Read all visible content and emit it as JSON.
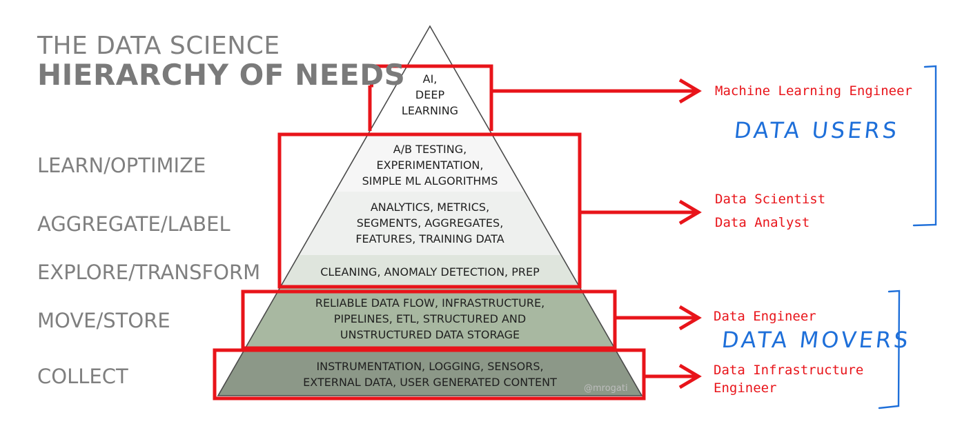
{
  "title": {
    "line1": "THE DATA SCIENCE",
    "line2": "HIERARCHY OF NEEDS"
  },
  "stage_labels": [
    {
      "text": "LEARN/OPTIMIZE"
    },
    {
      "text": "AGGREGATE/LABEL"
    },
    {
      "text": "EXPLORE/TRANSFORM"
    },
    {
      "text": "MOVE/STORE"
    },
    {
      "text": "COLLECT"
    }
  ],
  "tiers": [
    {
      "lines": [
        "AI,",
        "DEEP",
        "LEARNING"
      ],
      "fill": "#ffffff"
    },
    {
      "lines": [
        "A/B TESTING,",
        "EXPERIMENTATION,",
        "SIMPLE ML ALGORITHMS"
      ],
      "fill": "#f6f6f6"
    },
    {
      "lines": [
        "ANALYTICS, METRICS,",
        "SEGMENTS, AGGREGATES,",
        "FEATURES, TRAINING DATA"
      ],
      "fill": "#eef0ee"
    },
    {
      "lines": [
        "CLEANING, ANOMALY DETECTION, PREP"
      ],
      "fill": "#dfe5dd"
    },
    {
      "lines": [
        "RELIABLE DATA FLOW, INFRASTRUCTURE,",
        "PIPELINES, ETL, STRUCTURED AND",
        "UNSTRUCTURED DATA STORAGE"
      ],
      "fill": "#a8b8a1"
    },
    {
      "lines": [
        "INSTRUMENTATION, LOGGING, SENSORS,",
        "EXTERNAL DATA, USER GENERATED CONTENT"
      ],
      "fill": "#8c9888"
    }
  ],
  "credit": "@mrogati",
  "roles": [
    {
      "lines": [
        "Machine Learning Engineer"
      ]
    },
    {
      "lines": [
        "Data Scientist",
        "Data Analyst"
      ]
    },
    {
      "lines": [
        "Data Engineer"
      ]
    },
    {
      "lines": [
        "Data Infrastructure",
        "Engineer"
      ]
    }
  ],
  "groups": [
    {
      "label": "DATA USERS"
    },
    {
      "label": "DATA MOVERS"
    }
  ],
  "colors": {
    "highlight_red": "#e8141a",
    "handwriting_blue": "#1e6fd9",
    "label_gray": "#7f7f7f",
    "pyramid_outline": "#4a4a4a"
  },
  "icons": {
    "arrow": "right-arrow-icon",
    "bracket": "right-bracket-icon"
  }
}
